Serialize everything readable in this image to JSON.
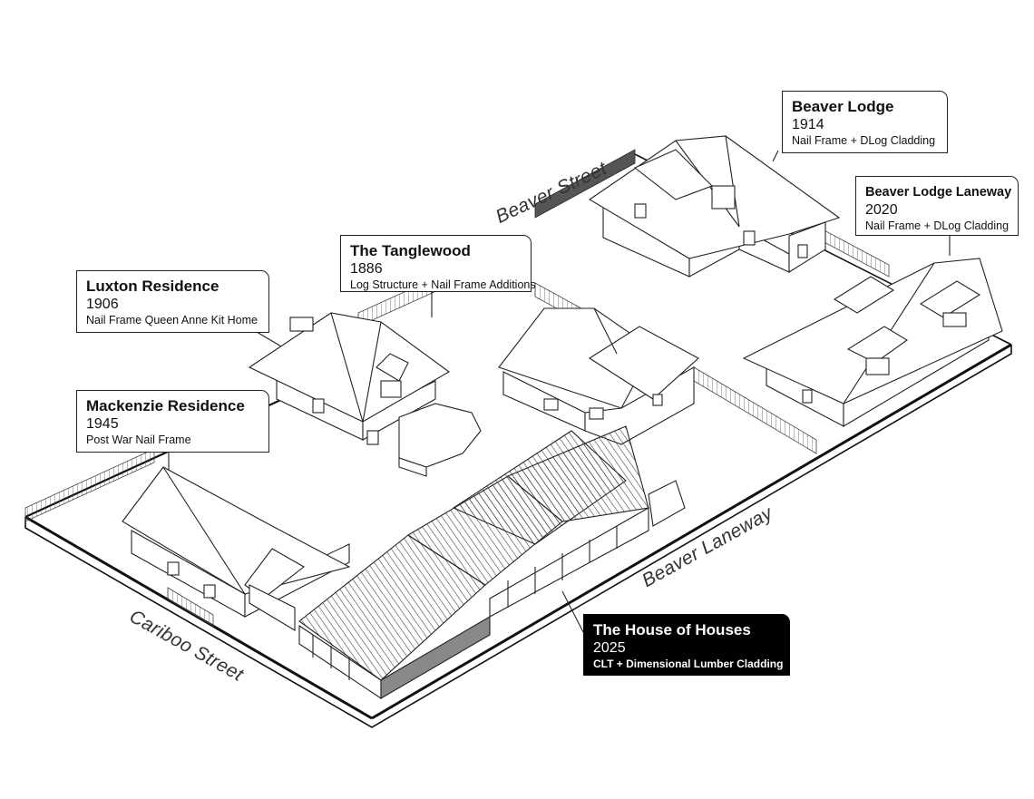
{
  "labels": [
    {
      "id": "beaver-lodge",
      "name": "Beaver Lodge",
      "year": "1914",
      "desc": "Nail Frame + DLog Cladding",
      "dark": false
    },
    {
      "id": "beaver-lodge-laneway",
      "name": "Beaver Lodge Laneway",
      "year": "2020",
      "desc": "Nail Frame + DLog Cladding",
      "dark": false
    },
    {
      "id": "the-tanglewood",
      "name": "The Tanglewood",
      "year": "1886",
      "desc": "Log Structure + Nail Frame Additions",
      "dark": false
    },
    {
      "id": "luxton-residence",
      "name": "Luxton Residence",
      "year": "1906",
      "desc": "Nail Frame Queen Anne Kit Home",
      "dark": false
    },
    {
      "id": "mackenzie-residence",
      "name": "Mackenzie Residence",
      "year": "1945",
      "desc": "Post War Nail Frame",
      "dark": false
    },
    {
      "id": "house-of-houses",
      "name": "The House of Houses",
      "year": "2025",
      "desc": "CLT + Dimensional Lumber Cladding",
      "dark": true
    }
  ],
  "streets": {
    "beaver_street": "Beaver Street",
    "beaver_laneway": "Beaver Laneway",
    "cariboo_street": "Cariboo Street"
  },
  "colors": {
    "line": "#222222",
    "highlight_box": "#000000",
    "house_of_houses_hatch": "#444444"
  }
}
